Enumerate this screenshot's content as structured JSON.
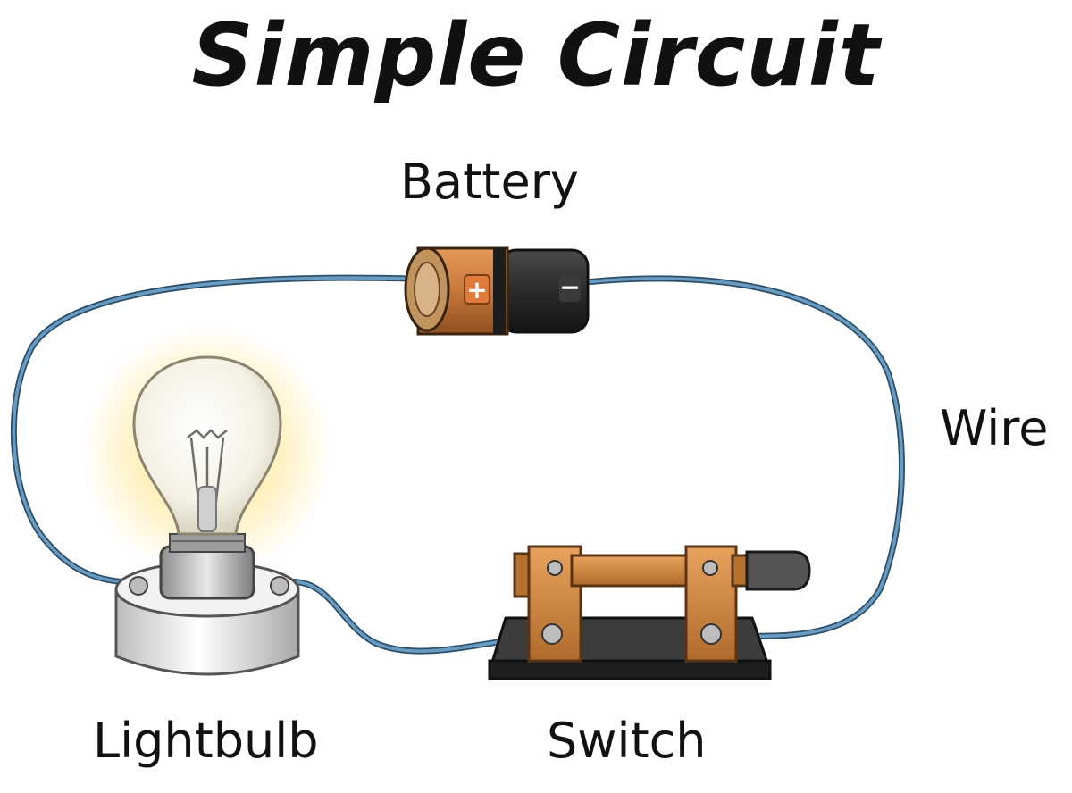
{
  "title": "Simple Circuit",
  "labels": {
    "battery": "Battery",
    "wire": "Wire",
    "lightbulb": "Lightbulb",
    "switch": "Switch"
  },
  "battery_terminals": {
    "positive": "+",
    "negative": "−"
  },
  "colors": {
    "wire": "#4a7ea6",
    "wire_outline": "#2c4f6a",
    "battery_copper": "#c8773a",
    "battery_body": "#2b2b2b",
    "switch_copper": "#c4813f",
    "bulb_glow": "#ffe27a",
    "text": "#111111"
  }
}
